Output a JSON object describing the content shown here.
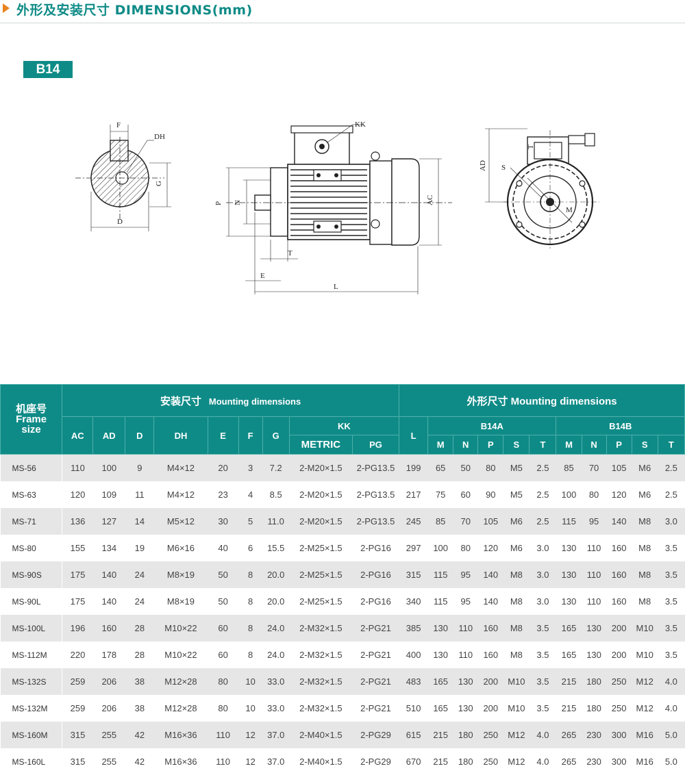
{
  "header": {
    "title": "外形及安装尺寸 DIMENSIONS(mm)"
  },
  "badge": "B14",
  "drawing": {
    "shaft": {
      "f": "F",
      "dh": "DH",
      "g": "G",
      "d": "D"
    },
    "side": {
      "kk": "KK",
      "p": "P",
      "n": "N",
      "ac": "AC",
      "t": "T",
      "e": "E",
      "l": "L"
    },
    "front": {
      "ad": "AD",
      "s": "S",
      "t": "T",
      "m": "M"
    }
  },
  "table": {
    "frame_header": {
      "cn": "机座号",
      "en1": "Frame",
      "en2": "size"
    },
    "mounting_header": {
      "cn": "安装尺寸",
      "en": "Mounting dimensions"
    },
    "outline_header": {
      "cn": "外形尺寸",
      "en": "Mounting dimensions"
    },
    "kk": "KK",
    "b14a": "B14A",
    "b14b": "B14B",
    "cols": {
      "ac": "AC",
      "ad": "AD",
      "d": "D",
      "dh": "DH",
      "e": "E",
      "f": "F",
      "g": "G",
      "metric": "METRIC",
      "pg": "PG",
      "l": "L"
    },
    "sub": {
      "m": "M",
      "n": "N",
      "p": "P",
      "s": "S",
      "t": "T"
    },
    "rows": [
      {
        "frame": "MS-56",
        "ac": "110",
        "ad": "100",
        "d": "9",
        "dh": "M4×12",
        "e": "20",
        "f": "3",
        "g": "7.2",
        "metric": "2-M20×1.5",
        "pg": "2-PG13.5",
        "l": "199",
        "am": "65",
        "an": "50",
        "ap": "80",
        "as": "M5",
        "at": "2.5",
        "bm": "85",
        "bn": "70",
        "bp": "105",
        "bs": "M6",
        "bt": "2.5"
      },
      {
        "frame": "MS-63",
        "ac": "120",
        "ad": "109",
        "d": "11",
        "dh": "M4×12",
        "e": "23",
        "f": "4",
        "g": "8.5",
        "metric": "2-M20×1.5",
        "pg": "2-PG13.5",
        "l": "217",
        "am": "75",
        "an": "60",
        "ap": "90",
        "as": "M5",
        "at": "2.5",
        "bm": "100",
        "bn": "80",
        "bp": "120",
        "bs": "M6",
        "bt": "2.5"
      },
      {
        "frame": "MS-71",
        "ac": "136",
        "ad": "127",
        "d": "14",
        "dh": "M5×12",
        "e": "30",
        "f": "5",
        "g": "11.0",
        "metric": "2-M20×1.5",
        "pg": "2-PG13.5",
        "l": "245",
        "am": "85",
        "an": "70",
        "ap": "105",
        "as": "M6",
        "at": "2.5",
        "bm": "115",
        "bn": "95",
        "bp": "140",
        "bs": "M8",
        "bt": "3.0"
      },
      {
        "frame": "MS-80",
        "ac": "155",
        "ad": "134",
        "d": "19",
        "dh": "M6×16",
        "e": "40",
        "f": "6",
        "g": "15.5",
        "metric": "2-M25×1.5",
        "pg": "2-PG16",
        "l": "297",
        "am": "100",
        "an": "80",
        "ap": "120",
        "as": "M6",
        "at": "3.0",
        "bm": "130",
        "bn": "110",
        "bp": "160",
        "bs": "M8",
        "bt": "3.5"
      },
      {
        "frame": "MS-90S",
        "ac": "175",
        "ad": "140",
        "d": "24",
        "dh": "M8×19",
        "e": "50",
        "f": "8",
        "g": "20.0",
        "metric": "2-M25×1.5",
        "pg": "2-PG16",
        "l": "315",
        "am": "115",
        "an": "95",
        "ap": "140",
        "as": "M8",
        "at": "3.0",
        "bm": "130",
        "bn": "110",
        "bp": "160",
        "bs": "M8",
        "bt": "3.5"
      },
      {
        "frame": "MS-90L",
        "ac": "175",
        "ad": "140",
        "d": "24",
        "dh": "M8×19",
        "e": "50",
        "f": "8",
        "g": "20.0",
        "metric": "2-M25×1.5",
        "pg": "2-PG16",
        "l": "340",
        "am": "115",
        "an": "95",
        "ap": "140",
        "as": "M8",
        "at": "3.0",
        "bm": "130",
        "bn": "110",
        "bp": "160",
        "bs": "M8",
        "bt": "3.5"
      },
      {
        "frame": "MS-100L",
        "ac": "196",
        "ad": "160",
        "d": "28",
        "dh": "M10×22",
        "e": "60",
        "f": "8",
        "g": "24.0",
        "metric": "2-M32×1.5",
        "pg": "2-PG21",
        "l": "385",
        "am": "130",
        "an": "110",
        "ap": "160",
        "as": "M8",
        "at": "3.5",
        "bm": "165",
        "bn": "130",
        "bp": "200",
        "bs": "M10",
        "bt": "3.5"
      },
      {
        "frame": "MS-112M",
        "ac": "220",
        "ad": "178",
        "d": "28",
        "dh": "M10×22",
        "e": "60",
        "f": "8",
        "g": "24.0",
        "metric": "2-M32×1.5",
        "pg": "2-PG21",
        "l": "400",
        "am": "130",
        "an": "110",
        "ap": "160",
        "as": "M8",
        "at": "3.5",
        "bm": "165",
        "bn": "130",
        "bp": "200",
        "bs": "M10",
        "bt": "3.5"
      },
      {
        "frame": "MS-132S",
        "ac": "259",
        "ad": "206",
        "d": "38",
        "dh": "M12×28",
        "e": "80",
        "f": "10",
        "g": "33.0",
        "metric": "2-M32×1.5",
        "pg": "2-PG21",
        "l": "483",
        "am": "165",
        "an": "130",
        "ap": "200",
        "as": "M10",
        "at": "3.5",
        "bm": "215",
        "bn": "180",
        "bp": "250",
        "bs": "M12",
        "bt": "4.0"
      },
      {
        "frame": "MS-132M",
        "ac": "259",
        "ad": "206",
        "d": "38",
        "dh": "M12×28",
        "e": "80",
        "f": "10",
        "g": "33.0",
        "metric": "2-M32×1.5",
        "pg": "2-PG21",
        "l": "510",
        "am": "165",
        "an": "130",
        "ap": "200",
        "as": "M10",
        "at": "3.5",
        "bm": "215",
        "bn": "180",
        "bp": "250",
        "bs": "M12",
        "bt": "4.0"
      },
      {
        "frame": "MS-160M",
        "ac": "315",
        "ad": "255",
        "d": "42",
        "dh": "M16×36",
        "e": "110",
        "f": "12",
        "g": "37.0",
        "metric": "2-M40×1.5",
        "pg": "2-PG29",
        "l": "615",
        "am": "215",
        "an": "180",
        "ap": "250",
        "as": "M12",
        "at": "4.0",
        "bm": "265",
        "bn": "230",
        "bp": "300",
        "bs": "M16",
        "bt": "5.0"
      },
      {
        "frame": "MS-160L",
        "ac": "315",
        "ad": "255",
        "d": "42",
        "dh": "M16×36",
        "e": "110",
        "f": "12",
        "g": "37.0",
        "metric": "2-M40×1.5",
        "pg": "2-PG29",
        "l": "670",
        "am": "215",
        "an": "180",
        "ap": "250",
        "as": "M12",
        "at": "4.0",
        "bm": "265",
        "bn": "230",
        "bp": "300",
        "bs": "M16",
        "bt": "5.0"
      }
    ]
  }
}
